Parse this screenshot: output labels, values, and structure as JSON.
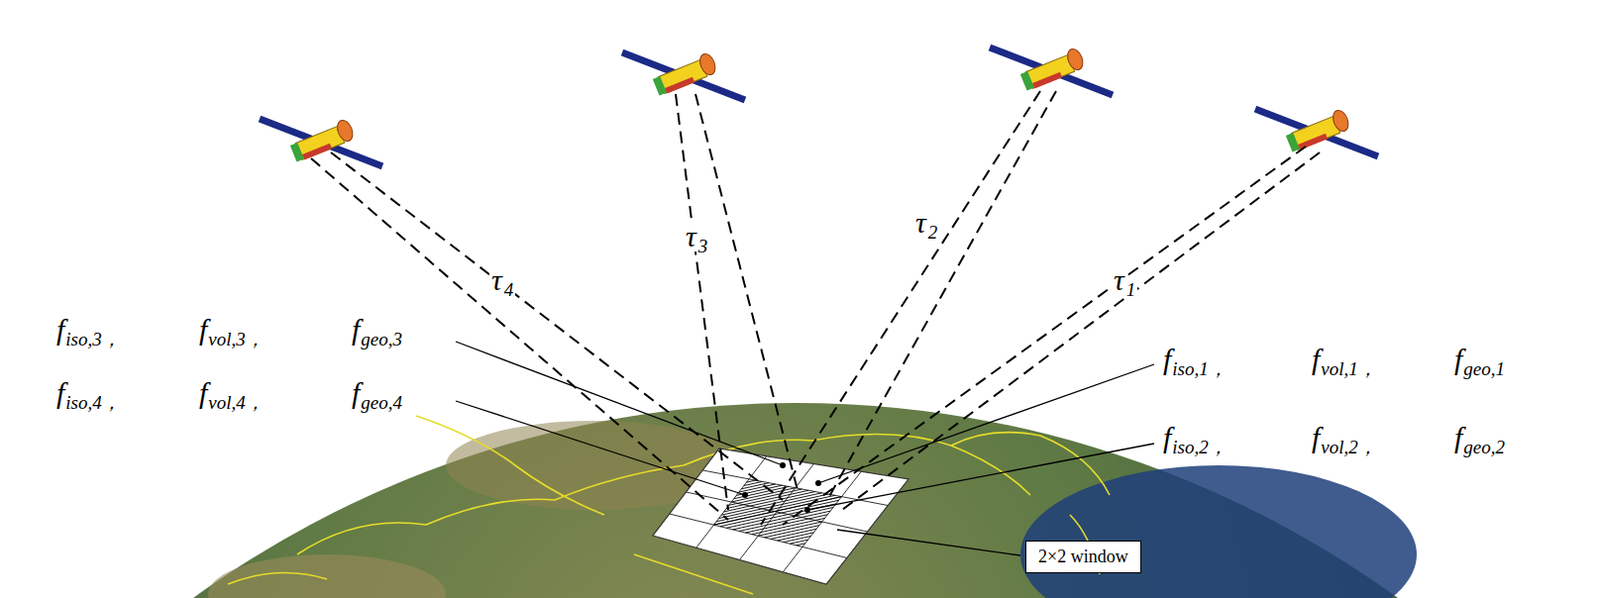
{
  "diagram": {
    "nodes": [
      {
        "text": [
          "2×2 window"
        ]
      }
    ],
    "labels": [
      "f",
      "iso,3，",
      "f",
      "vol,3，",
      "f",
      "geo,3",
      "f",
      "iso,4，",
      "f",
      "vol,4，",
      "f",
      "geo,4",
      "f",
      "iso,1，",
      "f",
      "vol,1，",
      "f",
      "geo,1",
      "f",
      "iso,2，",
      "f",
      "vol,2，",
      "f",
      "geo,2",
      "τ",
      "4",
      "τ",
      "3",
      "τ",
      "2",
      "τ",
      "1"
    ]
  }
}
